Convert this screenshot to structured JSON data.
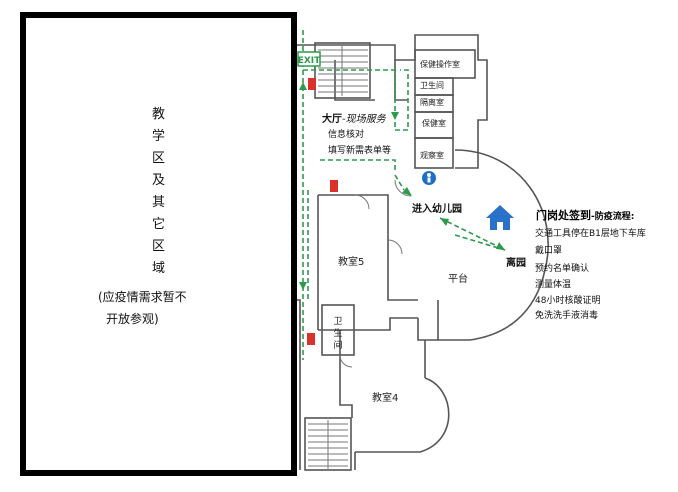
{
  "closed_area": {
    "vertical_chars": [
      "教",
      "学",
      "区",
      "及",
      "其",
      "它",
      "区",
      "域"
    ],
    "note_line1": "(应疫情需求暂不",
    "note_line2": "开放参观)"
  },
  "rooms": {
    "security_room": "保健操作室",
    "restroom_top": "卫生间",
    "isolation_room": "隔离室",
    "health_room": "保健室",
    "observation_room": "观察室",
    "classroom5": "教室5",
    "restroom_mid_chars": [
      "卫",
      "生",
      "间"
    ],
    "classroom4": "教室4",
    "platform": "平台"
  },
  "hall": {
    "title_bold": "大厅",
    "title_italic": "-现场服务",
    "line1": "信息核对",
    "line2": "填写新需表单等"
  },
  "markers": {
    "enter": "进入幼儿园",
    "leave": "离园",
    "exit_sign": "EXIT"
  },
  "gate": {
    "title": "门岗处签到",
    "subtitle": "-防疫流程:",
    "steps": [
      "交通工具停在B1层地下车库",
      "戴口罩",
      "预约名单确认",
      "测量体温",
      "48小时核酸证明",
      "免洗洗手液消毒"
    ]
  },
  "colors": {
    "path_green": "#2e9a4e",
    "wall": "#555555",
    "house_blue": "#2a72c9",
    "person_blue": "#1f6fc2",
    "extinguisher_red": "#d8322a"
  },
  "icons": [
    "house-icon",
    "person-icon",
    "fire-extinguisher-icon",
    "exit-sign-icon",
    "stairs-icon"
  ]
}
